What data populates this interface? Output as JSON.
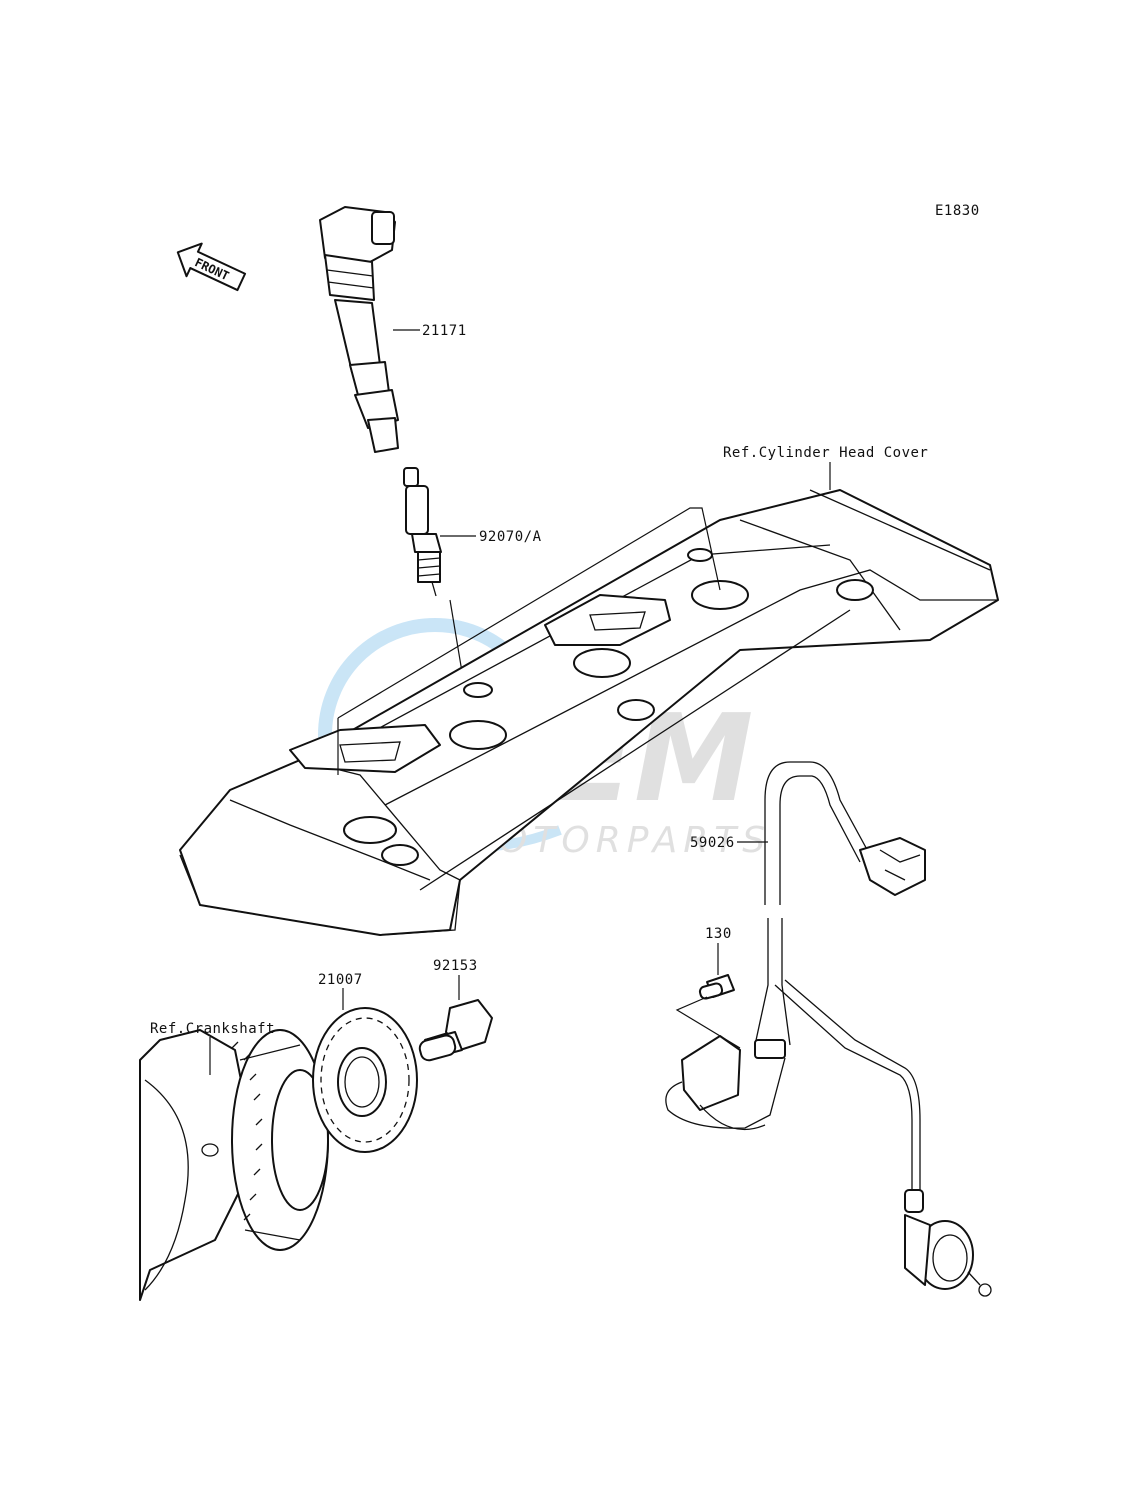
{
  "diagram_code": "E1830",
  "front_arrow": {
    "text": "FRONT"
  },
  "watermark": {
    "brand": "OEM",
    "subtitle": "MOTORPARTS",
    "color": "#4aa8e0"
  },
  "callouts": {
    "ignition_coil": "21171",
    "spark_plug": "92070/A",
    "cylinder_head_cover_ref": "Ref.Cylinder Head Cover",
    "timing_rotor": "21007",
    "bolt": "92153",
    "crankshaft_ref": "Ref.Crankshaft",
    "bolt_130": "130",
    "pickup_coil": "59026"
  }
}
